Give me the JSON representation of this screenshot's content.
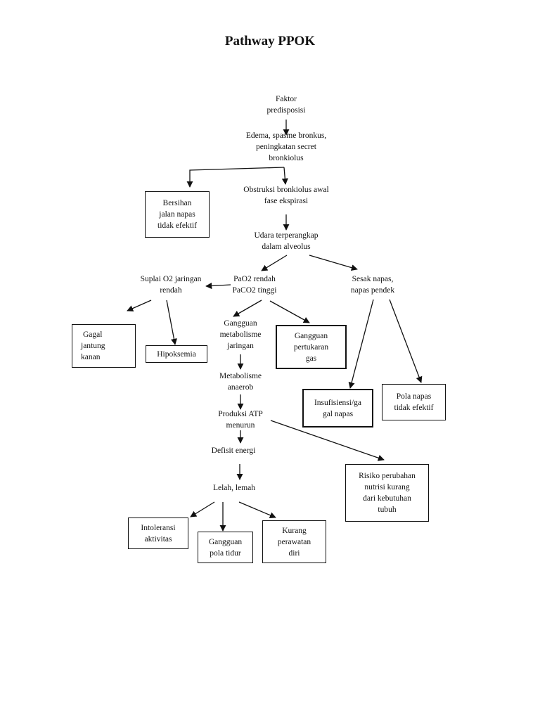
{
  "title": "Pathway PPOK",
  "nodes": {
    "faktor": [
      "Faktor",
      "predisposisi"
    ],
    "edema": [
      "Edema, spasme bronkus,",
      "peningkatan secret",
      "bronkiolus"
    ],
    "obstruksi": [
      "Obstruksi bronkiolus awal",
      "fase ekspirasi"
    ],
    "udara": [
      "Udara terperangkap",
      "dalam alveolus"
    ],
    "suplai": [
      "Suplai O2 jaringan",
      "rendah"
    ],
    "pao2": [
      "PaO2 rendah",
      "PaCO2 tinggi"
    ],
    "sesak": [
      "Sesak napas,",
      "napas pendek"
    ],
    "gangguan_metab": [
      "Gangguan",
      "metabolisme",
      "jaringan"
    ],
    "metab_anaerob": [
      "Metabolisme",
      "anaerob"
    ],
    "produksi_atp": [
      "Produksi ATP",
      "menurun"
    ],
    "defisit": [
      "Defisit energi"
    ],
    "lelah": [
      "Lelah, lemah"
    ]
  },
  "boxes": {
    "bersihan": [
      "Bersihan",
      "jalan napas",
      "tidak efektif"
    ],
    "gagal_jantung": [
      "Gagal",
      "jantung",
      "kanan"
    ],
    "hipoksemia": [
      "Hipoksemia"
    ],
    "gangguan_gas": [
      "Gangguan",
      "pertukaran",
      "gas"
    ],
    "insufisiensi": [
      "Insufisiensi/ga",
      "gal napas"
    ],
    "pola_napas": [
      "Pola napas",
      "tidak efektif"
    ],
    "risiko_nutrisi": [
      "Risiko perubahan",
      "nutrisi kurang",
      "dari kebutuhan",
      "tubuh"
    ],
    "intoleransi": [
      "Intoleransi",
      "aktivitas"
    ],
    "pola_tidur": [
      "Gangguan",
      "pola tidur"
    ],
    "perawatan": [
      "Kurang",
      "perawatan",
      "diri"
    ]
  }
}
